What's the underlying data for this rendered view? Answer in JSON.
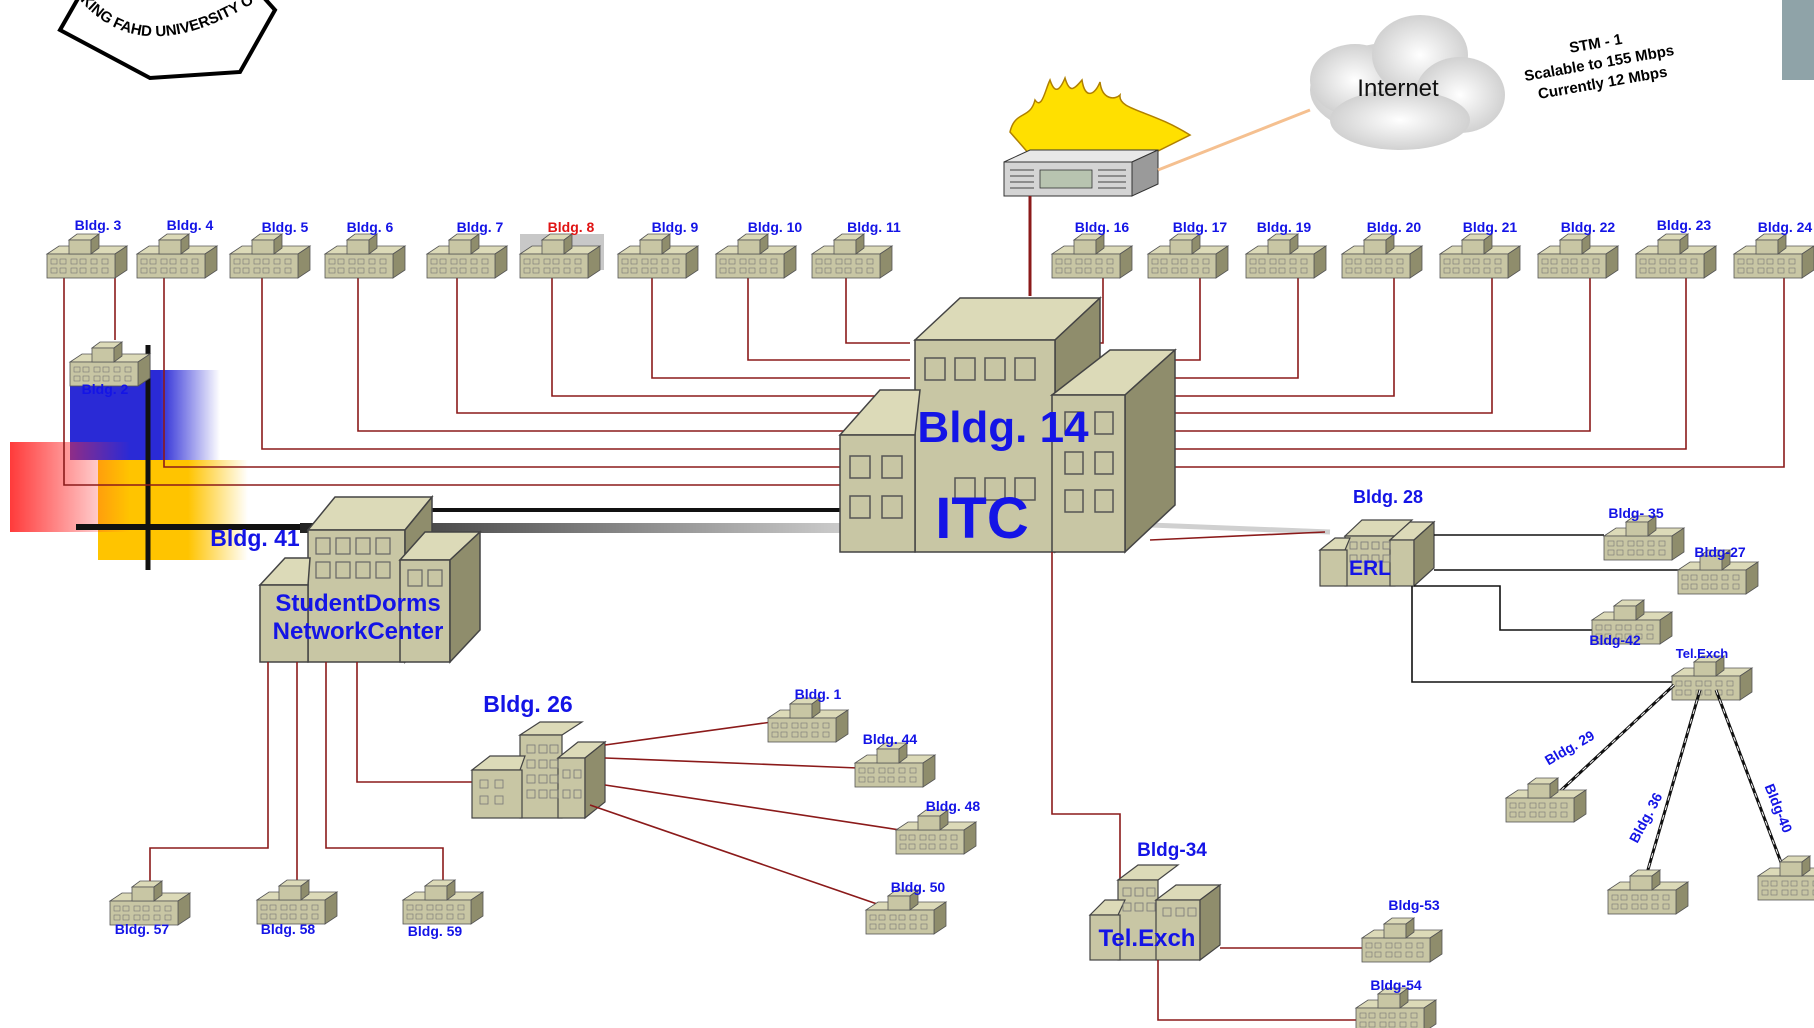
{
  "logo": {
    "text": "KING FAHD UNIVERSITY OF PETROLEUM & MINERALS"
  },
  "internet": {
    "label": "Internet",
    "link_lines": [
      "STM - 1",
      "Scalable to 155 Mbps",
      "Currently 12 Mbps"
    ]
  },
  "hub": {
    "line1": "Bldg. 14",
    "line2": "ITC"
  },
  "top_buildings": [
    "Bldg. 3",
    "Bldg. 4",
    "Bldg. 5",
    "Bldg. 6",
    "Bldg. 7",
    "Bldg. 8",
    "Bldg. 9",
    "Bldg. 10",
    "Bldg. 11",
    "Bldg. 16",
    "Bldg. 17",
    "Bldg. 19",
    "Bldg. 20",
    "Bldg. 21",
    "Bldg. 22",
    "Bldg. 23",
    "Bldg. 24"
  ],
  "highlight_building": "Bldg. 8",
  "bldg2": "Bldg. 2",
  "dorms": {
    "label": "Bldg. 41",
    "line1": "StudentDorms",
    "line2": "NetworkCenter",
    "children": [
      "Bldg. 57",
      "Bldg. 58",
      "Bldg. 59"
    ]
  },
  "bldg26": {
    "label": "Bldg. 26",
    "children": [
      "Bldg. 1",
      "Bldg. 44",
      "Bldg. 48",
      "Bldg. 50"
    ]
  },
  "bldg34": {
    "label": "Bldg-34",
    "inner": "Tel.Exch",
    "children": [
      "Bldg-53",
      "Bldg-54"
    ]
  },
  "bldg28": {
    "label": "Bldg. 28",
    "inner": "ERL",
    "children": [
      "Bldg- 35",
      "Bldg-27",
      "Bldg-42"
    ],
    "telexch": {
      "label": "Tel.Exch",
      "children": [
        "Bldg. 29",
        "Bldg. 36",
        "Bldg-40"
      ]
    }
  },
  "colors": {
    "label_blue": "#1414e6",
    "highlight_red": "#e01414",
    "link_red": "#8b1a1a",
    "building_face": "#c8c6a4",
    "building_side": "#8f8d6c",
    "building_top": "#dcdab8"
  }
}
